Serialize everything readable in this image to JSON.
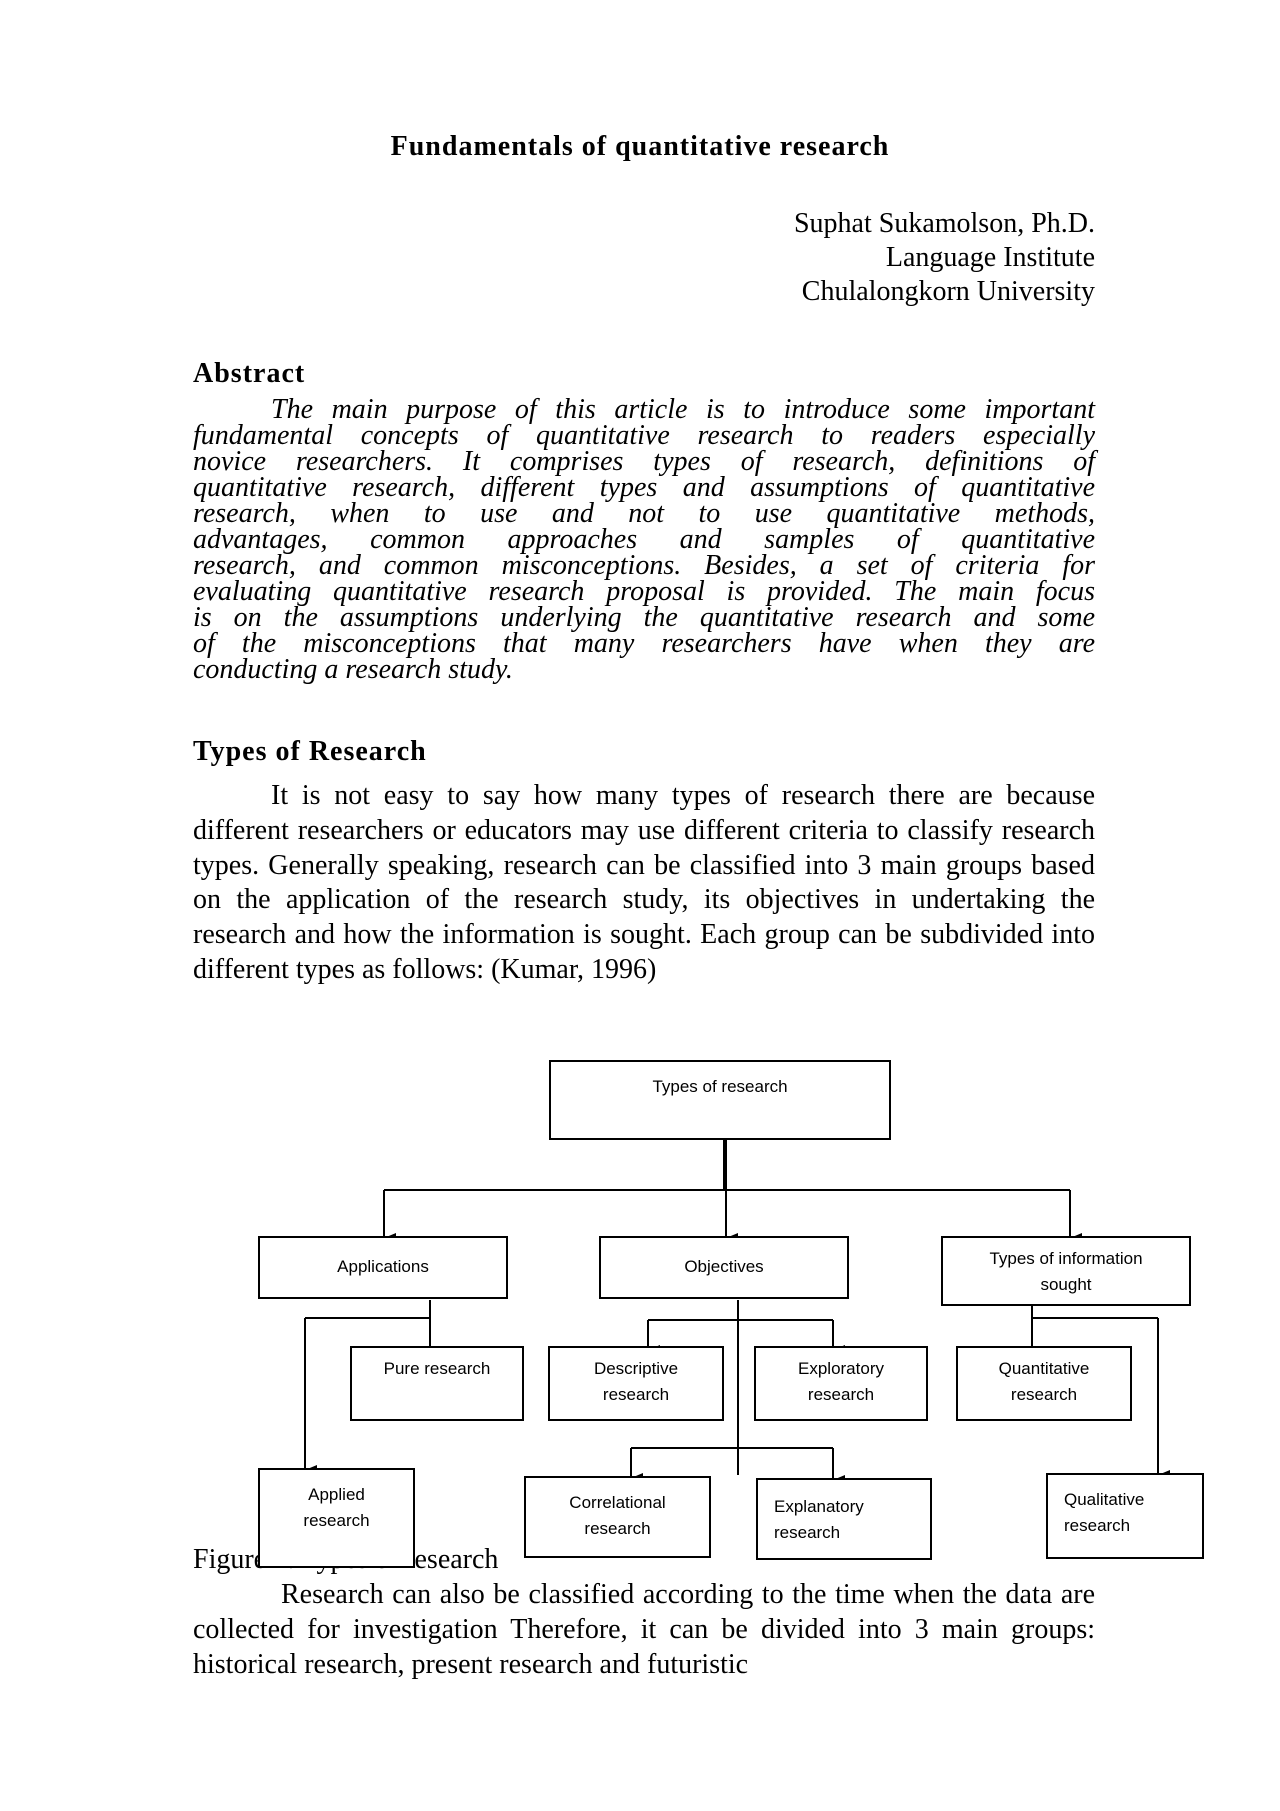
{
  "title": "Fundamentals of quantitative research",
  "author": {
    "name": "Suphat  Sukamolson, Ph.D.",
    "affiliation1": "Language Institute",
    "affiliation2": "Chulalongkorn University"
  },
  "abstract": {
    "heading": "Abstract",
    "lines": [
      "The main purpose of this article is to introduce some important",
      "fundamental concepts of quantitative research to readers especially",
      "novice researchers. It comprises types of research, definitions of",
      "quantitative research, different types and assumptions of quantitative",
      "research, when to use and not to use quantitative methods,",
      "advantages, common approaches and samples of quantitative",
      "research, and common misconceptions. Besides, a set of criteria for",
      "evaluating quantitative research proposal is provided. The main focus",
      "is on the assumptions underlying the quantitative research and some",
      "of the misconceptions that many researchers have when they are",
      "conducting a research study."
    ]
  },
  "types": {
    "heading": "Types of Research",
    "text": "It is not easy to say how many types of research there are because different researchers or educators may use different criteria to classify research types. Generally speaking, research can be classified into 3 main groups based on the application of the research study, its objectives in undertaking the research and  how the information is sought. Each group can be subdivided into different types as follows: (Kumar, 1996)"
  },
  "figure": {
    "root": "Types of research",
    "applications": "Applications",
    "objectives": "Objectives",
    "info_line1": "Types of information",
    "info_line2": "sought",
    "pure": "Pure research",
    "applied_line1": "Applied",
    "applied_line2": "research",
    "descriptive_line1": "Descriptive",
    "descriptive_line2": "research",
    "exploratory_line1": "Exploratory",
    "exploratory_line2": "research",
    "correlational_line1": "Correlational",
    "correlational_line2": "research",
    "explanatory_line1": "Explanatory",
    "explanatory_line2": "research",
    "quantitative_line1": "Quantitative",
    "quantitative_line2": "research",
    "qualitative_line1": "Qualitative",
    "qualitative_line2": "research",
    "caption": "Figure 1: Types of research"
  },
  "classify_text": "Research can also be classified according to the time when the data are collected for investigation Therefore, it can be divided into 3 main groups: historical research, present research and futuristic"
}
